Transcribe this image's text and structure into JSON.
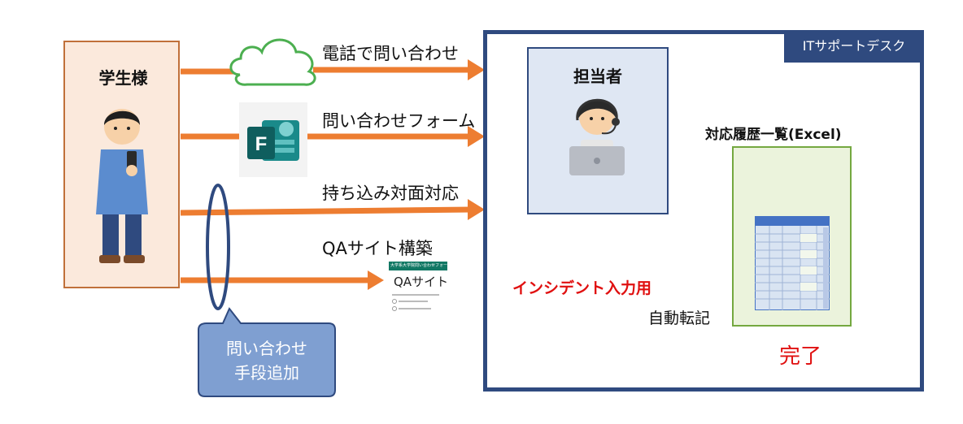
{
  "student": {
    "title": "学生様"
  },
  "channels": [
    {
      "label": "電話で問い合わせ"
    },
    {
      "label": "問い合わせフォーム"
    },
    {
      "label": "持ち込み対面対応"
    },
    {
      "label": "QAサイト構築"
    }
  ],
  "qa_thumbnail": {
    "header": "大学系大学院問い合わせフォーム",
    "title": "QAサイト"
  },
  "callout": {
    "line1": "問い合わせ",
    "line2": "手段追加"
  },
  "desk": {
    "label": "ITサポートデスク"
  },
  "staff": {
    "title": "担当者"
  },
  "incident": {
    "label": "インシデント入力用"
  },
  "auto_transfer": {
    "label": "自動転記"
  },
  "history": {
    "label": "対応履歴一覧(Excel)"
  },
  "done": {
    "label": "完了"
  },
  "colors": {
    "arrow_orange": "#ed7d31",
    "desk_border": "#2f4a7f",
    "arrow_blue": "#4472c4",
    "arrow_green": "#70ad47",
    "red_text": "#e01010",
    "callout_fill": "#7f9fd1"
  }
}
